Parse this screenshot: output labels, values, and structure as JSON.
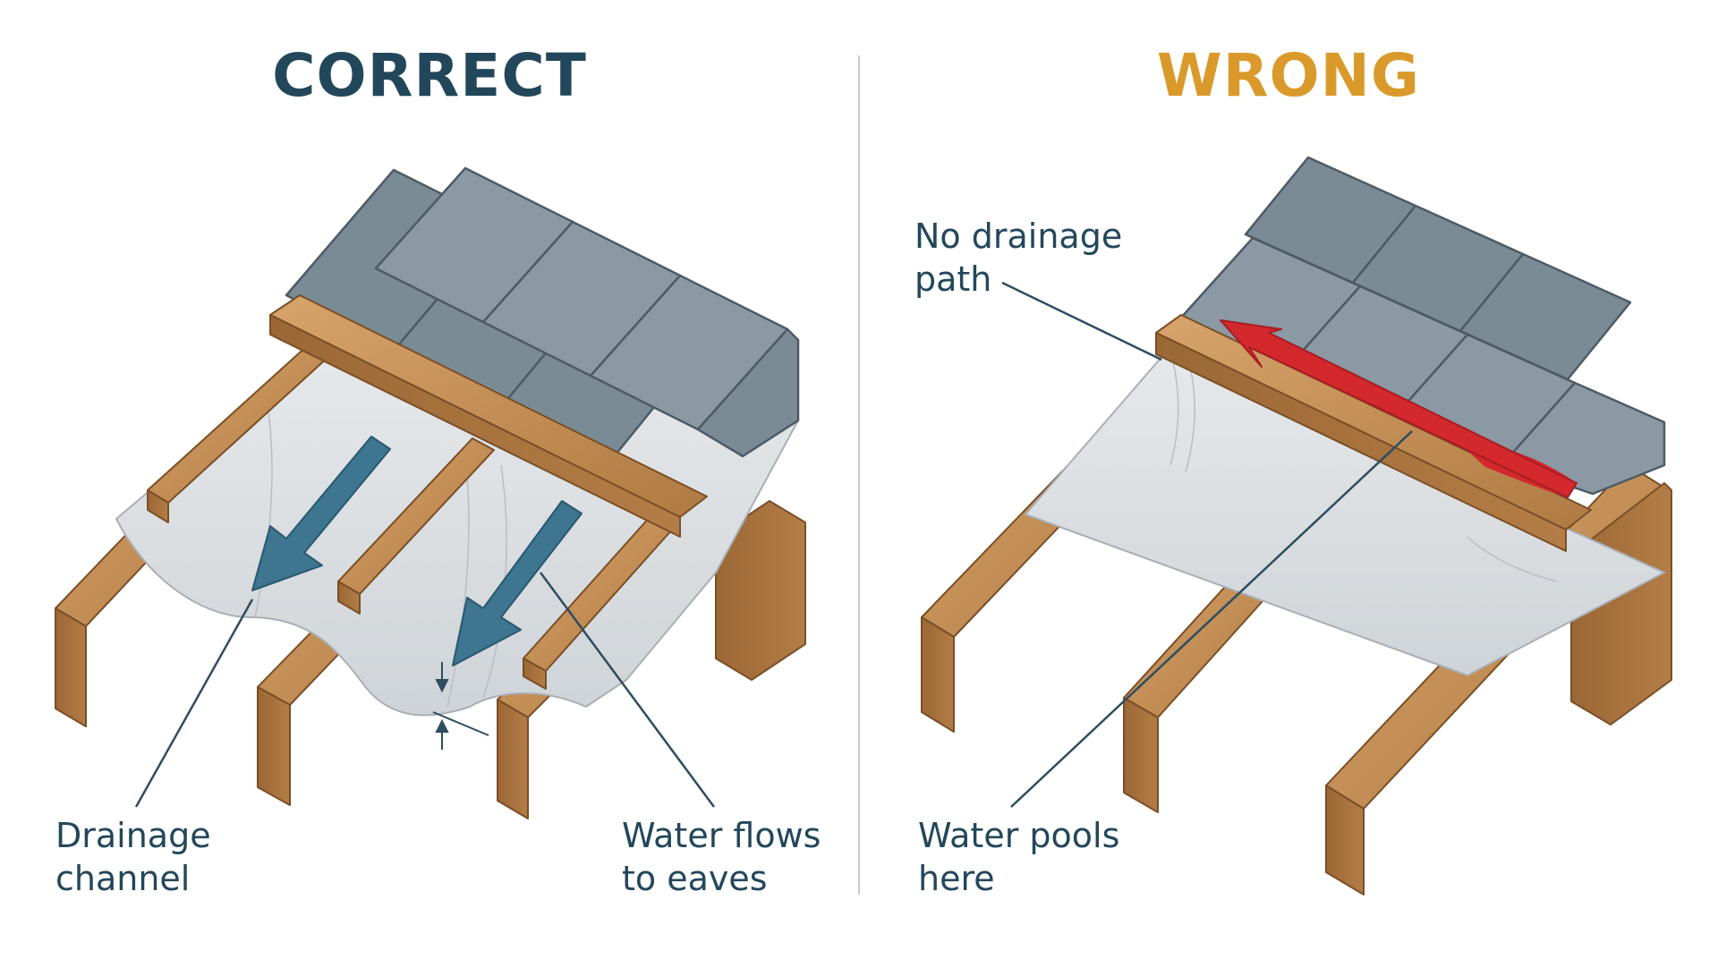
{
  "colors": {
    "correct_heading": "#23475a",
    "wrong_heading": "#d99a2b",
    "label_text": "#23475a",
    "leader_line": "#2e4d5f",
    "arrow_blue": "#3e7590",
    "arrow_red": "#d3282c",
    "tile": "#7b8b96",
    "tile_edge": "#4d5b65",
    "timber": "#c48d55",
    "timber_dark": "#8e5e30",
    "membrane": "#d9dde0",
    "divider": "#c7cbce"
  },
  "panels": {
    "correct": {
      "heading": "CORRECT",
      "labels": {
        "drainage_channel": [
          "Drainage",
          "channel"
        ],
        "water_flows": [
          "Water flows",
          "to eaves"
        ]
      }
    },
    "wrong": {
      "heading": "WRONG",
      "labels": {
        "no_drainage_path": [
          "No drainage",
          "path"
        ],
        "water_pools": [
          "Water pools",
          "here"
        ]
      }
    }
  }
}
